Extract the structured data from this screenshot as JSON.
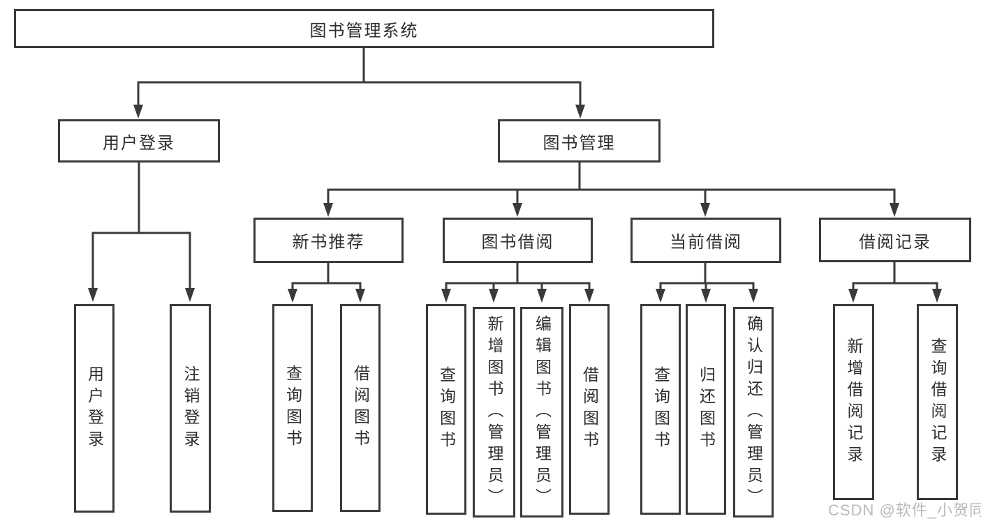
{
  "diagram": {
    "title": "图书管理系统",
    "nodes": {
      "root": "图书管理系统",
      "userLogin": "用户登录",
      "bookMgmt": "图书管理",
      "newBookRec": "新书推荐",
      "bookBorrow": "图书借阅",
      "currentBorrow": "当前借阅",
      "borrowRecord": "借阅记录",
      "ulChildren": [
        "用户登录",
        "注销登录"
      ],
      "nbChildren": [
        "查询图书",
        "借阅图书"
      ],
      "bbChildren": [
        "查询图书",
        "新增图书（管理员）",
        "编辑图书（管理员）",
        "借阅图书"
      ],
      "cbChildren": [
        "查询图书",
        "归还图书",
        "确认归还（管理员）"
      ],
      "brChildren": [
        "新增借阅记录",
        "查询借阅记录"
      ]
    },
    "colors": {
      "line": "#3a3a3a",
      "text": "#2e2e2e",
      "background": "#ffffff",
      "watermark": "#b4b4b4"
    }
  },
  "watermark": "CSDN @软件_小贺同学"
}
